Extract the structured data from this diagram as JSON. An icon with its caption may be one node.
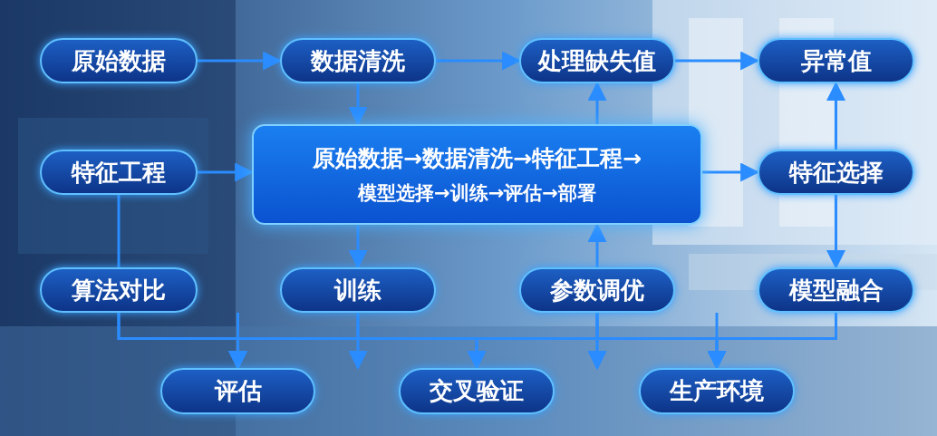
{
  "diagram": {
    "nodes": [
      {
        "text": [
          "原始数据"
        ]
      },
      {
        "text": [
          "数据清洗"
        ]
      },
      {
        "text": [
          "处理缺失值"
        ]
      },
      {
        "text": [
          "异常值"
        ]
      },
      {
        "text": [
          "特征工程"
        ]
      },
      {
        "text": [
          "原始数据→数据清洗→特征工程→",
          "模型选择→训练→评估→部署"
        ]
      },
      {
        "text": [
          "特征选择"
        ]
      },
      {
        "text": [
          "算法对比"
        ]
      },
      {
        "text": [
          "训练"
        ]
      },
      {
        "text": [
          "参数调优"
        ]
      },
      {
        "text": [
          "模型融合"
        ]
      },
      {
        "text": [
          "评估"
        ]
      },
      {
        "text": [
          "交叉验证"
        ]
      },
      {
        "text": [
          "生产环境"
        ]
      }
    ],
    "edges": [
      {
        "from": 0,
        "to": 1,
        "arrow": "to"
      },
      {
        "from": 1,
        "to": 2,
        "arrow": "to"
      },
      {
        "from": 2,
        "to": 3,
        "arrow": "to"
      },
      {
        "from": 1,
        "to": 5,
        "arrow": "to"
      },
      {
        "from": 5,
        "to": 2,
        "arrow": "to"
      },
      {
        "from": 4,
        "to": 5,
        "arrow": "to"
      },
      {
        "from": 5,
        "to": 6,
        "arrow": "to"
      },
      {
        "from": 6,
        "to": 3,
        "arrow": "to"
      },
      {
        "from": 6,
        "to": 10,
        "arrow": "to"
      },
      {
        "from": 5,
        "to": 8,
        "arrow": "to"
      },
      {
        "from": 9,
        "to": 5,
        "arrow": "to"
      },
      {
        "from": 4,
        "to": 7,
        "arrow": "none"
      },
      {
        "from": 7,
        "to": 11,
        "arrow": "to"
      },
      {
        "from": 7,
        "to": 12,
        "arrow": "to"
      },
      {
        "from": 7,
        "to": 13,
        "arrow": "to"
      },
      {
        "from": 8,
        "to": 11,
        "arrow": "to"
      },
      {
        "from": 8,
        "to": 12,
        "arrow": "to"
      },
      {
        "from": 8,
        "to": 13,
        "arrow": "to"
      },
      {
        "from": 9,
        "to": 11,
        "arrow": "to"
      },
      {
        "from": 9,
        "to": 12,
        "arrow": "to"
      },
      {
        "from": 9,
        "to": 13,
        "arrow": "to"
      },
      {
        "from": 10,
        "to": 11,
        "arrow": "to"
      },
      {
        "from": 10,
        "to": 12,
        "arrow": "to"
      },
      {
        "from": 10,
        "to": 13,
        "arrow": "to"
      }
    ]
  }
}
